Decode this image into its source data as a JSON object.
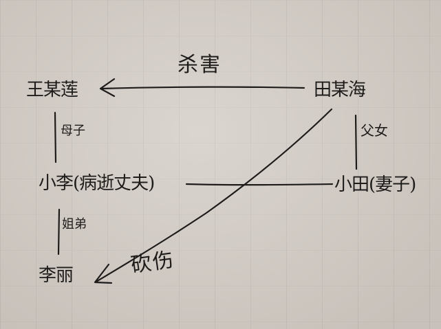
{
  "diagram": {
    "type": "relationship-diagram",
    "medium": "hand-drawn on grid paper",
    "colors": {
      "paper": "#d3ccc5",
      "ink": "#1e1c1b"
    },
    "nodes": [
      {
        "id": "wang",
        "label": "王某莲"
      },
      {
        "id": "tian",
        "label": "田某海"
      },
      {
        "id": "xiaoli",
        "label": "小李(病逝丈夫)"
      },
      {
        "id": "xiaotian",
        "label": "小田(妻子)"
      },
      {
        "id": "lili",
        "label": "李丽"
      }
    ],
    "edges": [
      {
        "from": "tian",
        "to": "wang",
        "label": "杀害",
        "arrow": true
      },
      {
        "from": "wang",
        "to": "xiaoli",
        "label": "母子",
        "arrow": false
      },
      {
        "from": "tian",
        "to": "xiaotian",
        "label": "父女",
        "arrow": false
      },
      {
        "from": "xiaoli",
        "to": "xiaotian",
        "label": "",
        "arrow": false
      },
      {
        "from": "xiaoli",
        "to": "lili",
        "label": "姐弟",
        "arrow": false
      },
      {
        "from": "tian",
        "to": "lili",
        "label": "砍伤",
        "arrow": true
      }
    ]
  }
}
